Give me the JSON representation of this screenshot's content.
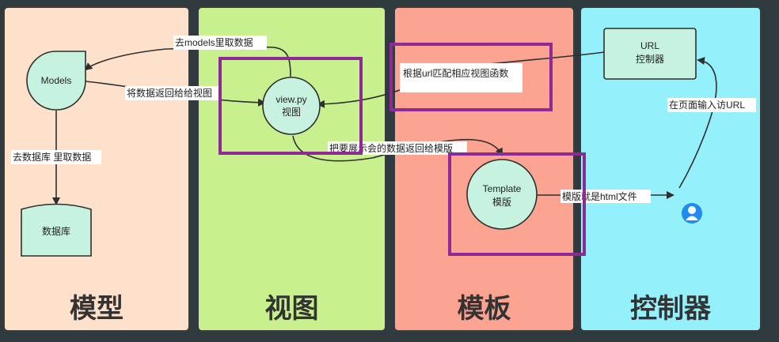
{
  "panels": [
    {
      "title": "模型",
      "color": "#fde1cb"
    },
    {
      "title": "视图",
      "color": "#c9f08e"
    },
    {
      "title": "模板",
      "color": "#fca392"
    },
    {
      "title": "控制器",
      "color": "#94f0fb"
    }
  ],
  "nodes": {
    "models": "Models",
    "database": "数据库",
    "view_line1": "view.py",
    "view_line2": "视图",
    "template_line1": "Template",
    "template_line2": "模版",
    "url_line1": "URL",
    "url_line2": "控制器"
  },
  "edge_labels": {
    "models_fetch": "去models里取数据",
    "return_to_view": "将数据返回给给视图",
    "db_fetch": "去数据库 里取数据",
    "url_match": "根据url匹配相应视图函数",
    "render_template": "把要展示会的数据返回给模版",
    "template_html": "模版就是html文件",
    "user_input": "在页面输入访URL"
  },
  "colors": {
    "node_fill": "#c8f2e0",
    "highlight": "#8e2a95",
    "user_icon": "#1f8bf0"
  }
}
